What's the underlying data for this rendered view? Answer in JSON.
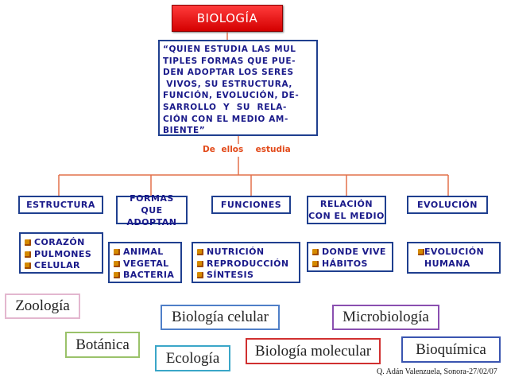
{
  "title": "BIOLOGÍA",
  "quote_lines": [
    "“QUIEN ESTUDIA  LAS MUL",
    "TIPLES FORMAS QUE PUE-",
    "DEN ADOPTAR  LOS  SERES",
    " VIVOS, SU ESTRUCTURA,",
    "FUNCIÓN, EVOLUCIÓN, DE-",
    "SARROLLO  Y  SU  RELA-",
    "CIÓN CON EL MEDIO AM-",
    "BIENTE”"
  ],
  "connector_label": "De ellos  estudia",
  "categories": [
    {
      "header": "ESTRUCTURA",
      "items": [
        "CORAZÓN",
        "PULMONES",
        "CELULAR"
      ]
    },
    {
      "header": "FORMAS QUE ADOPTAN",
      "items": [
        "ANIMAL",
        "VEGETAL",
        "BACTERIA"
      ]
    },
    {
      "header": "FUNCIONES",
      "items": [
        "NUTRICIÓN",
        "REPRODUCCIÓN",
        "SÍNTESIS"
      ]
    },
    {
      "header": "RELACIÓN CON EL MEDIO",
      "items": [
        "DONDE VIVE",
        "HÁBITOS"
      ]
    },
    {
      "header": "EVOLUCIÓN",
      "items": [
        "EVOLUCIÓN HUMANA"
      ]
    }
  ],
  "branches": [
    {
      "label": "Zoología",
      "border_color": "#e3b7cf"
    },
    {
      "label": "Biología celular",
      "border_color": "#4f7fc8"
    },
    {
      "label": "Microbiología",
      "border_color": "#8a4fb0"
    },
    {
      "label": "Botánica",
      "border_color": "#9ac26a"
    },
    {
      "label": "Ecología",
      "border_color": "#3aa6c8"
    },
    {
      "label": "Biología molecular",
      "border_color": "#d03030"
    },
    {
      "label": "Bioquímica",
      "border_color": "#3a55b0"
    }
  ],
  "footer": "Q. Adán Valenzuela, Sonora-27/02/07",
  "colors": {
    "connector": "#e2704a",
    "box_border": "#1f3f8f",
    "text": "#1a1a8a",
    "title_bg": "#e01010"
  }
}
